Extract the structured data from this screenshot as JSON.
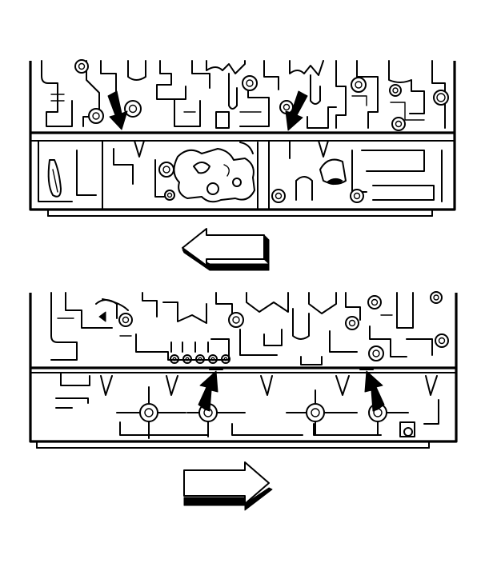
{
  "figure": {
    "background": "#ffffff",
    "ink": "#000000",
    "panels": [
      {
        "id": "upper",
        "indicator_arrows": 2,
        "indicator_direction": "down",
        "travel_direction": "left",
        "travel_arrow_style": "3d-outline"
      },
      {
        "id": "lower",
        "indicator_arrows": 2,
        "indicator_direction": "up",
        "travel_direction": "right",
        "travel_arrow_style": "3d-outline"
      }
    ]
  }
}
